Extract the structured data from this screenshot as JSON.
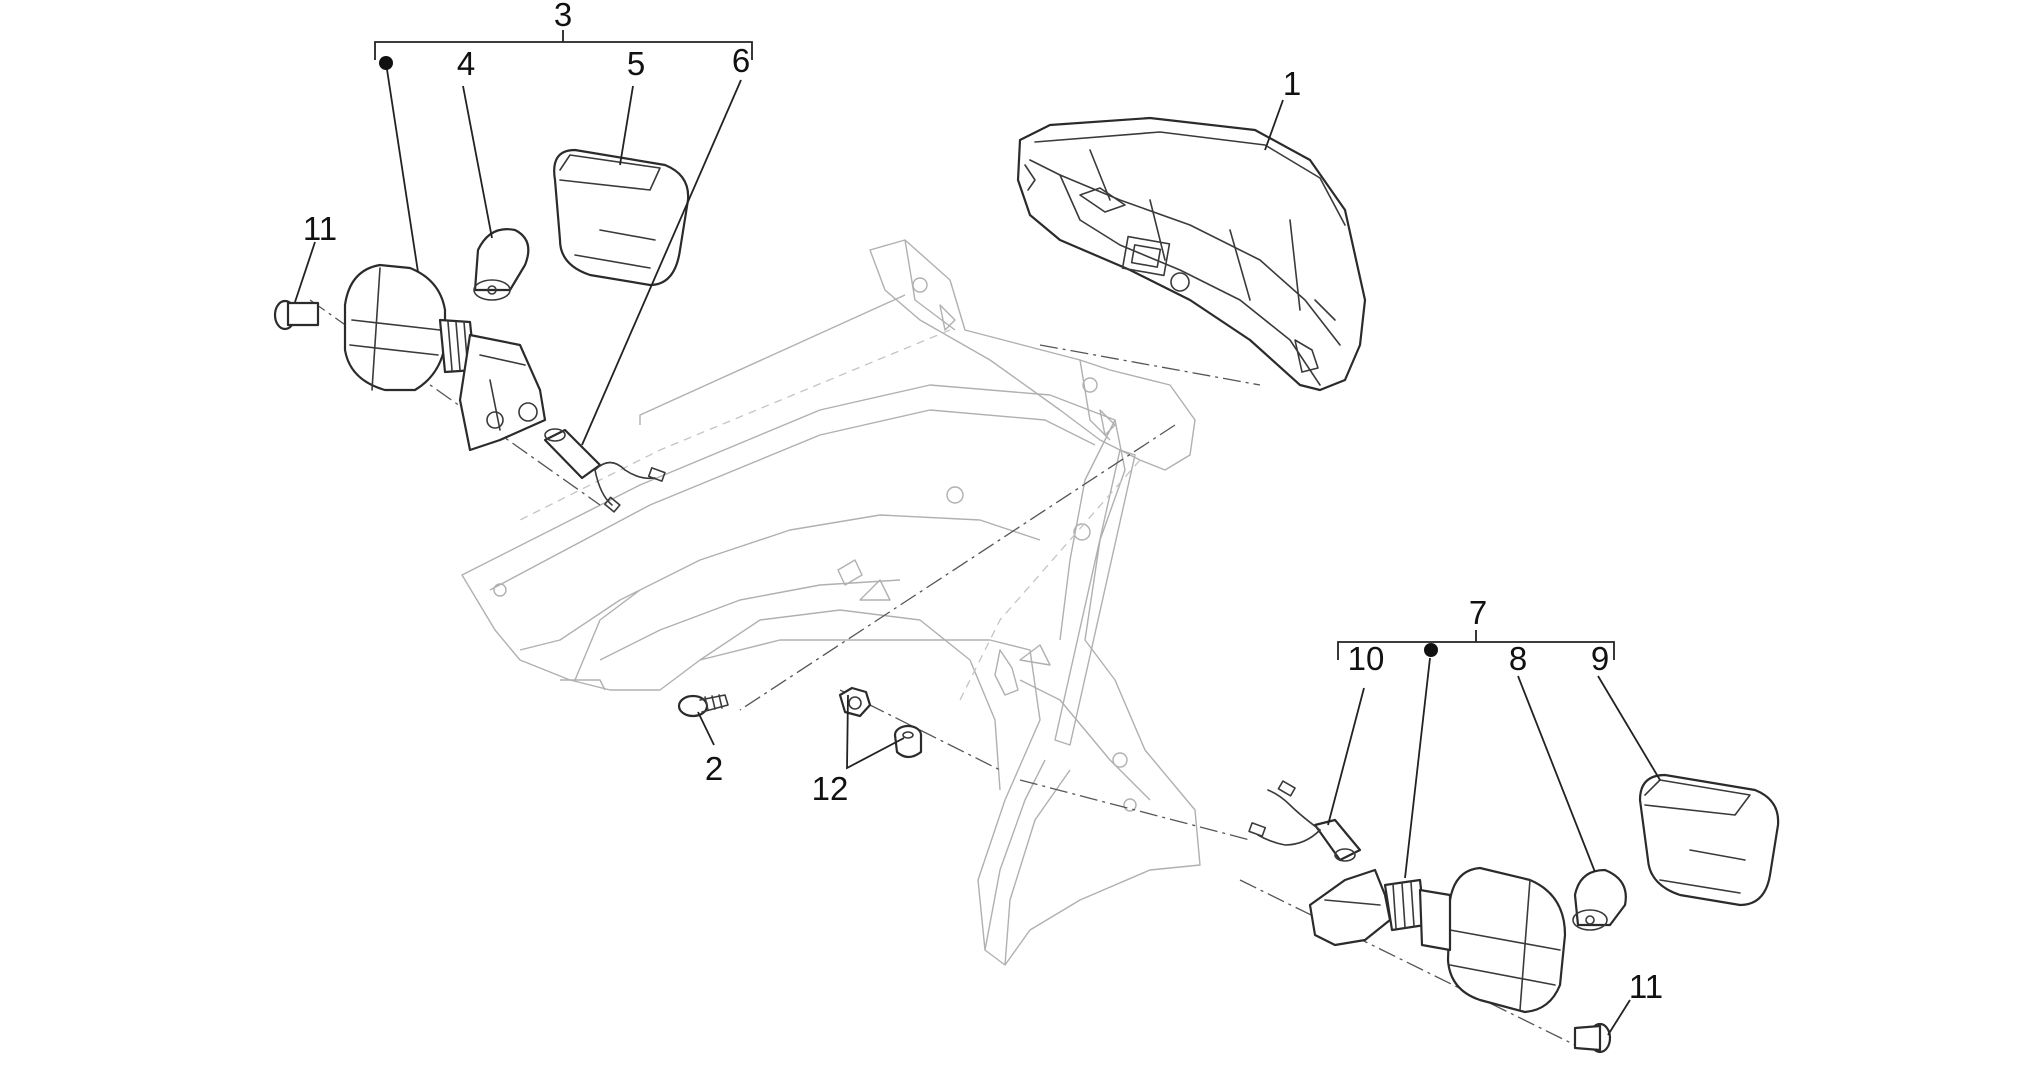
{
  "labels": {
    "part_1": "1",
    "part_2": "2",
    "part_3": "3",
    "part_4": "4",
    "part_5": "5",
    "part_6": "6",
    "part_7": "7",
    "part_8": "8",
    "part_9": "9",
    "part_10": "10",
    "part_11_left": "11",
    "part_11_right": "11",
    "part_12": "12"
  },
  "colors": {
    "line": "#2b2b2b",
    "ghost": "#b0b0b0",
    "background": "#ffffff"
  }
}
